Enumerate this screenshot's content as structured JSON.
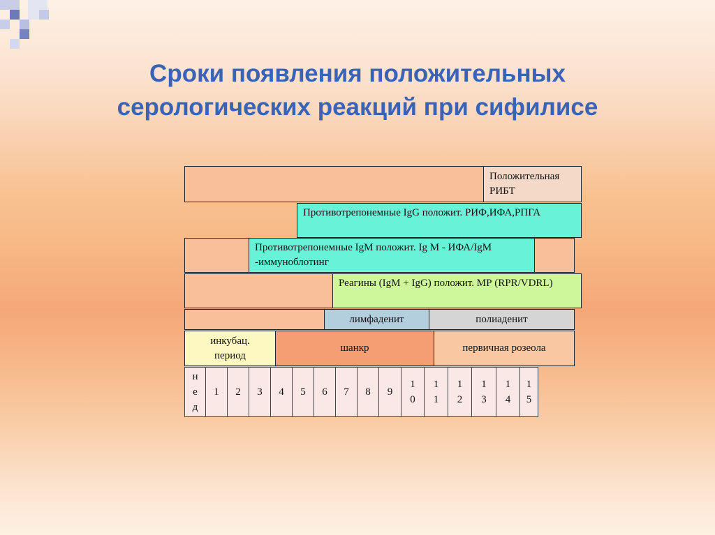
{
  "title": {
    "line1": "Сроки появления положительных",
    "line2": "серологических реакций при сифилисе"
  },
  "rows": {
    "ribt": {
      "label": "Положительная РИБТ"
    },
    "igg": {
      "label": "Противотрепонемные IgG положит. РИФ,ИФА,РПГА"
    },
    "igm": {
      "label": "Противотрепонемные IgM положит. Ig M - ИФА/IgM -иммуноблотинг"
    },
    "reagins": {
      "label": "Реагины (IgM + IgG) положит. МР (RPR/VDRL)"
    },
    "lymph": {
      "left": "лимфаденит",
      "right": "полиаденит"
    },
    "stages": {
      "incubation": "инкубац. период",
      "chancre": "шанкр",
      "roseola": "первичная розеола"
    }
  },
  "weeks": {
    "header": "нед",
    "values": [
      "1",
      "2",
      "3",
      "4",
      "5",
      "6",
      "7",
      "8",
      "9",
      "10",
      "11",
      "12",
      "13",
      "14",
      "15"
    ]
  },
  "colors": {
    "title": "#3a63b6",
    "ribt": "#f4d9c8",
    "igg_igm": "#66f3d7",
    "reagins": "#cdf79a",
    "lymph": "#b3cedd",
    "polyadenitis": "#d5d5d5",
    "incubation": "#fdf8c2",
    "chancre": "#f59e74",
    "roseola": "#f9c8a2",
    "empty": "#f8c09a",
    "weeks": "#f9e8e6"
  }
}
